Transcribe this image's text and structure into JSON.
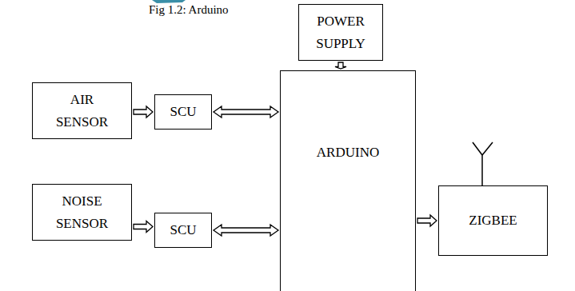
{
  "diagram": {
    "caption": "Fig 1.2: Arduino",
    "nodes": [
      {
        "text": [
          "POWER SUPPLY"
        ]
      },
      {
        "text": [
          "AIR SENSOR"
        ]
      },
      {
        "text": [
          "SCU"
        ]
      },
      {
        "text": [
          "ARDUINO"
        ]
      },
      {
        "text": [
          "ZIGBEE"
        ]
      },
      {
        "text": [
          "NOISE SENSOR"
        ]
      },
      {
        "text": [
          "SCU"
        ]
      }
    ],
    "edges": [
      {
        "from": 0,
        "to": 3,
        "arrow": "to"
      },
      {
        "from": 1,
        "to": 2,
        "arrow": "to"
      },
      {
        "from": 2,
        "to": 3,
        "arrow": "both"
      },
      {
        "from": 3,
        "to": 4,
        "arrow": "to"
      },
      {
        "from": 5,
        "to": 6,
        "arrow": "to"
      },
      {
        "from": 6,
        "to": 3,
        "arrow": "both"
      }
    ]
  }
}
